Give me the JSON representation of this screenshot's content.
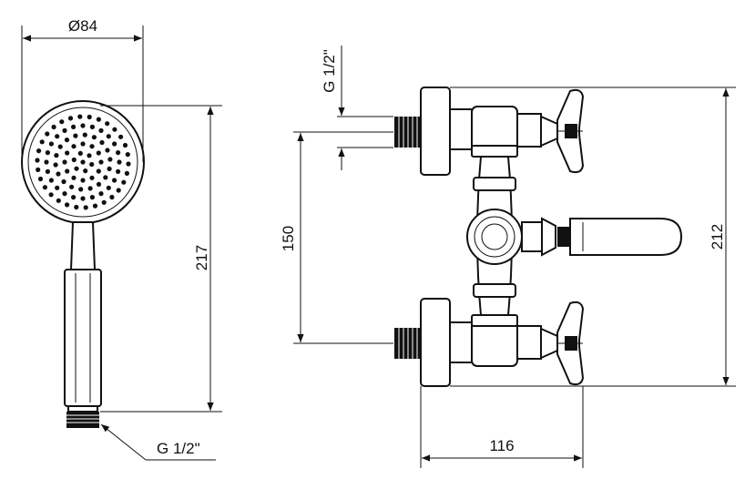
{
  "drawing": {
    "hand_shower": {
      "diameter_label": "Ø84",
      "length_label": "217",
      "thread_label": "G 1/2\""
    },
    "mixer": {
      "inlet_thread_label": "G 1/2\"",
      "spacing_label": "150",
      "height_label": "212",
      "width_label": "116"
    }
  }
}
